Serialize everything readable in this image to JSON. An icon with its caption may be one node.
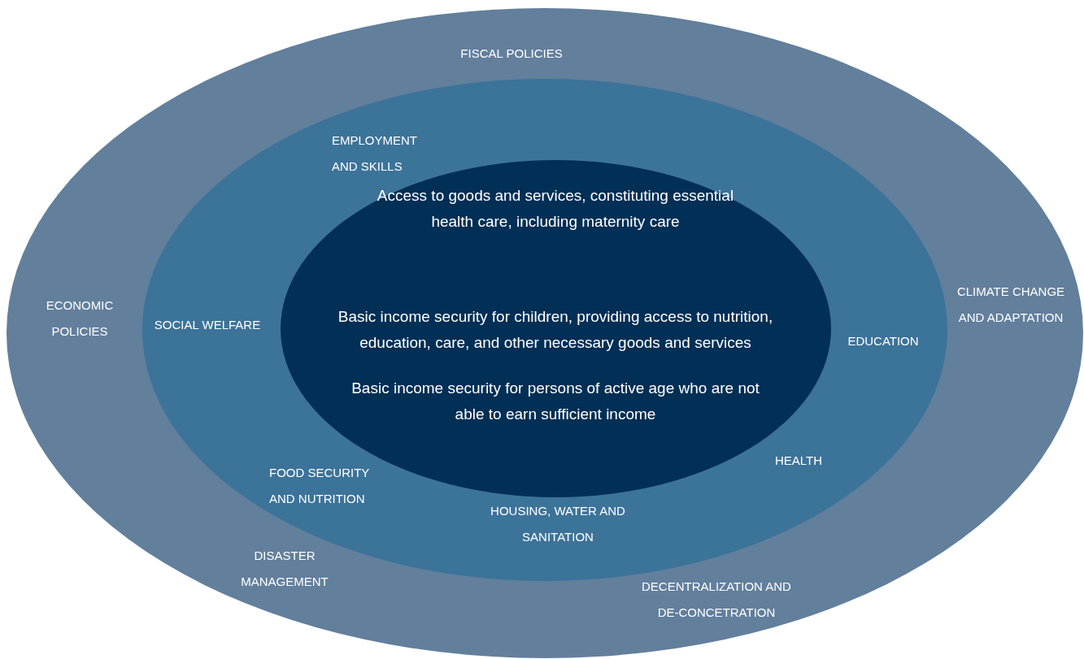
{
  "diagram": {
    "nodes": [
      {
        "text": [
          "FISCAL POLICIES",
          "ECONOMIC POLICIES",
          "CLIMATE CHANGE AND ADAPTATION",
          "DISASTER MANAGEMENT",
          "DECENTRALIZATION AND DE-CONCETRATION"
        ]
      },
      {
        "text": [
          "EMPLOYMENT AND SKILLS",
          "SOCIAL WELFARE",
          "EDUCATION",
          "FOOD SECURITY AND NUTRITION",
          "HEALTH",
          "HOUSING, WATER AND SANITATION"
        ],
        "in": 0
      },
      {
        "text": [
          "Access to goods and services, constituting essential health care, including maternity care",
          "Basic income security for children, providing access to nutrition, education, care, and other necessary goods and services",
          "Basic income security for persons of active age who are not able to earn sufficient income"
        ],
        "in": 1
      }
    ]
  }
}
